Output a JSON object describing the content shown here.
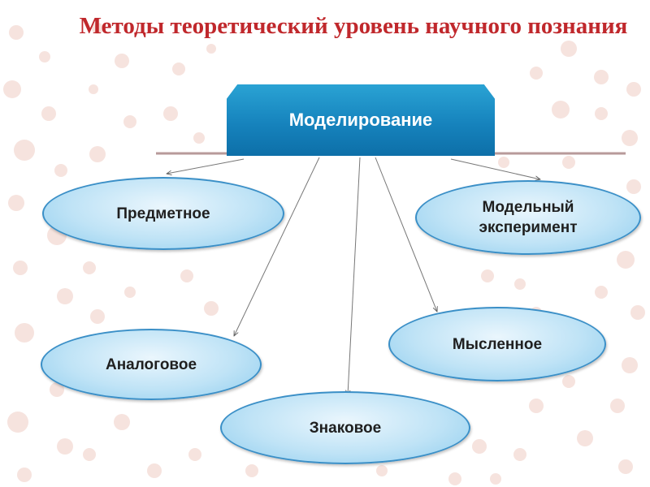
{
  "title": "Методы теоретический уровень научного познания",
  "root": {
    "label": "Моделирование"
  },
  "nodes": [
    {
      "key": "subject",
      "label": "Предметное"
    },
    {
      "key": "experiment",
      "label": "Модельный эксперимент"
    },
    {
      "key": "mental",
      "label": "Мысленное"
    },
    {
      "key": "analog",
      "label": "Аналоговое"
    },
    {
      "key": "sign",
      "label": "Знаковое"
    }
  ],
  "colors": {
    "title": "#c0282c",
    "header": "#1683bd",
    "node_border": "#3a8fc7",
    "baseline": "#b89a9a",
    "dots": "#f6e3de"
  }
}
